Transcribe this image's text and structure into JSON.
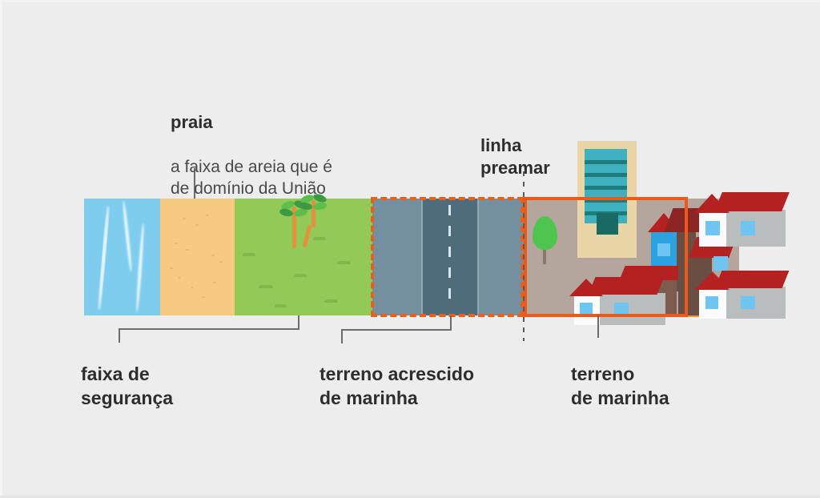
{
  "diagram": {
    "title_labels": {
      "praia": {
        "heading": "praia",
        "description": "a faixa de areia que é\nde domínio da União"
      },
      "preamar": {
        "heading": "linha\npreamar"
      }
    },
    "bottom_labels": {
      "seguranca": "faixa de\nsegurança",
      "acrescido": "terreno acrescido\nde marinha",
      "marinha": "terreno\nde marinha"
    },
    "zones": [
      {
        "id": "water",
        "name": "mar",
        "color": "#7ecdef"
      },
      {
        "id": "sand",
        "name": "praia",
        "color": "#f6cb81"
      },
      {
        "id": "grass",
        "name": "faixa de segurança",
        "color": "#93c957"
      },
      {
        "id": "walk-l",
        "name": "calçada",
        "color": "#74909e"
      },
      {
        "id": "road",
        "name": "via",
        "color": "#4f6c7a"
      },
      {
        "id": "walk-r",
        "name": "calçada",
        "color": "#74909e"
      },
      {
        "id": "terrain",
        "name": "terreno de marinha",
        "color": "#b4a69c"
      }
    ],
    "annotations": {
      "dashed_box": "terreno acrescido de marinha",
      "solid_box": "terreno de marinha",
      "preamar_line": "linha preamar"
    },
    "colors": {
      "background": "#ecedec",
      "orange_accent": "#ea5b1b",
      "orange_dashed": "#e8601c",
      "text": "#3b3b3b",
      "connector": "#6d6d6d",
      "roof_red": "#b32121",
      "window_blue": "#6ec5f2",
      "tower_teal": "#3fb0bd",
      "tower_cream": "#ead5a7",
      "tree_green": "#4fc44f",
      "palm_trunk": "#e4913f"
    }
  }
}
